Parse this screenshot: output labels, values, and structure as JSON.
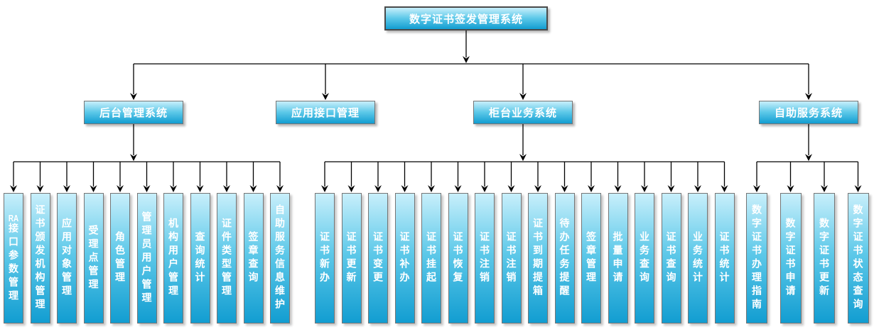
{
  "root": {
    "label": "数字证书签发管理系统"
  },
  "branches": [
    {
      "label": "后台管理系统",
      "children": [
        "RA接口参数管理",
        "证书颁发机构管理",
        "应用对象管理",
        "受理点管理",
        "角色管理",
        "管理员用户管理",
        "机构用户管理",
        "查询统计",
        "证件类型管理",
        "签章查询",
        "自助服务信息维护"
      ]
    },
    {
      "label": "应用接口管理",
      "children": []
    },
    {
      "label": "柜台业务系统",
      "children": [
        "证书新办",
        "证书更新",
        "证书变更",
        "证书补办",
        "证书挂起",
        "证书恢复",
        "证书注销",
        "证书注销",
        "证书到期提箱",
        "待办任务提醒",
        "签章管理",
        "批量申请",
        "业务查询",
        "证书查询",
        "业务统计",
        "证书统计"
      ]
    },
    {
      "label": "自助服务系统",
      "children": [
        "数字证书办理指南",
        "数字证书申请",
        "数字证书更新",
        "数字证书状态查询"
      ]
    }
  ],
  "colors": {
    "node_gradient_top": "#c8effb",
    "node_gradient_mid": "#5ec9e9",
    "node_gradient_bottom": "#129dd1",
    "node_border": "#757575",
    "root_border": "#4a4a4a",
    "node_text": "#ffffff",
    "connector_line": "#000000",
    "background": "#ffffff"
  }
}
